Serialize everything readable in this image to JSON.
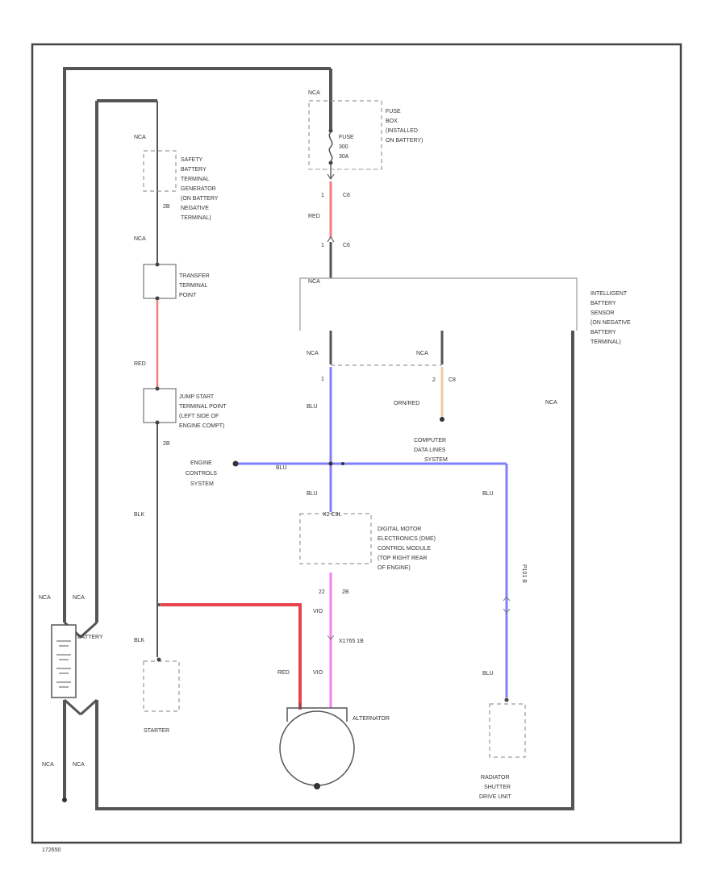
{
  "labels": {
    "fuse_nca": "NCA",
    "fuse_title": [
      "FUSE",
      "BOX",
      "(INSTALLED",
      "ON BATTERY)"
    ],
    "fuse_inner": [
      "FUSE",
      "300",
      "30A"
    ],
    "fuse_pin_top": "1",
    "fuse_pin_top_conn": "C6",
    "fuse_wire_color": "RED",
    "fuse_pin_bot": "1",
    "fuse_pin_bot_conn": "C6",
    "sensor_nca": "NCA",
    "sensor_title": [
      "INTELLIGENT",
      "BATTERY",
      "SENSOR",
      "(ON NEGATIVE",
      "BATTERY",
      "TERMINAL)"
    ],
    "safety_nca_top": "NCA",
    "safety_title": [
      "SAFETY",
      "BATTERY",
      "TERMINAL",
      "GENERATOR",
      "(ON BATTERY",
      "NEGATIVE",
      "TERMINAL)"
    ],
    "safety_pin": "2B",
    "safety_nca_bot": "NCA",
    "transfer_title": [
      "TRANSFER",
      "TERMINAL",
      "POINT"
    ],
    "red_wire": "RED",
    "jump_title": [
      "JUMP START",
      "TERMINAL POINT",
      "(LEFT SIDE OF",
      "ENGINE COMPT)"
    ],
    "jump_pin": "2B",
    "blk_1": "BLK",
    "blk_2": "BLK",
    "starter": "STARTER",
    "battery": "BATTERY",
    "bat_nca_tl": "NCA",
    "bat_nca_tr": "NCA",
    "bat_nca_bl": "NCA",
    "bat_nca_br": "NCA",
    "alt_red": "RED",
    "alternator": "ALTERNATOR",
    "nca_left_bus": "NCA",
    "pin_1": "1",
    "blu_1": "BLU",
    "nca_right_sensor": "NCA",
    "pin_2": "2",
    "pin_2_conn": "C8",
    "orn_wire": "ORN/RED",
    "computer_title": [
      "COMPUTER",
      "DATA LINES",
      "SYSTEM"
    ],
    "engine_ctrl": [
      "ENGINE",
      "CONTROLS",
      "SYSTEM"
    ],
    "blu_junction": "BLU",
    "blu_2": "BLU",
    "blu_right_top": "BLU",
    "blu_right_bot": "BLU",
    "vertical_conn": "P101 B",
    "dme_conn_top": "X2 C9L",
    "dme_title": [
      "DIGITAL MOTOR",
      "ELECTRONICS (DME)",
      "CONTROL MODULE",
      "(TOP RIGHT REAR",
      "OF ENGINE)"
    ],
    "dme_pin": "22",
    "dme_pin_conn": "2B",
    "vio_1": "VIO",
    "vio_conn": "X1765 1B",
    "vio_2": "VIO",
    "nca_right": "NCA",
    "radiator_title": [
      "RADIATOR",
      "SHUTTER",
      "DRIVE UNIT"
    ],
    "diagram_id": "172650"
  },
  "colors": {
    "frame": "#444444",
    "black_wire": "#444444",
    "red_wire": "#f47a80",
    "red_wire_dark": "#e8444d",
    "blue_wire": "#8080ff",
    "violet_wire": "#f080f0",
    "orange_wire": "#f0c8a0",
    "gray_wire": "#8a8a8a"
  },
  "icons": [
    "battery-symbol-icon",
    "alternator-symbol-icon",
    "fuse-symbol-icon",
    "ground-terminal-icon"
  ]
}
